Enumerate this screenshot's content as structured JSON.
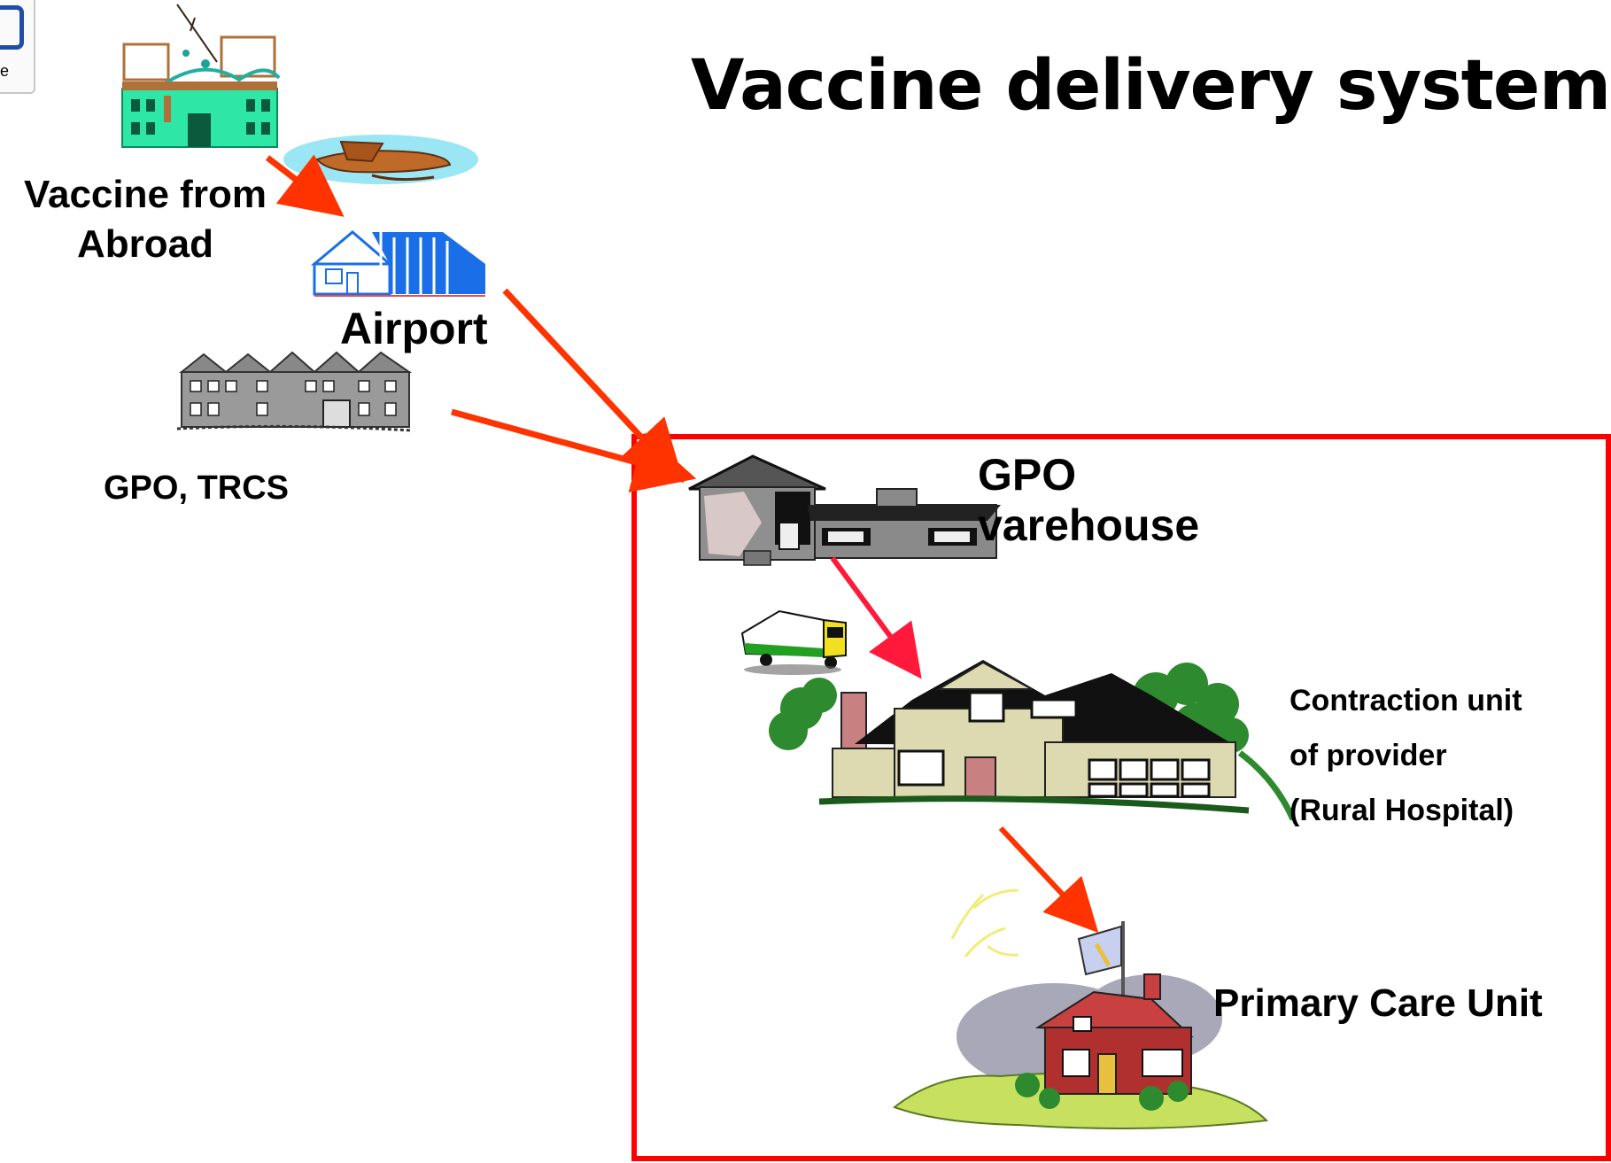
{
  "title": "Vaccine delivery system",
  "corner_widget": {
    "text": "e"
  },
  "nodes": {
    "vaccine_source": {
      "label_line1": "Vaccine from",
      "label_line2": "Abroad"
    },
    "airport": {
      "label": "Airport"
    },
    "gpo_trcs": {
      "label": "GPO, TRCS"
    },
    "gpo_warehouse": {
      "label_line1": "GPO",
      "label_line2": "varehouse"
    },
    "contraction_unit": {
      "label_line1": "Contraction unit",
      "label_line2": "of provider",
      "label_line3": "(Rural Hospital)"
    },
    "primary_care": {
      "label": "Primary Care Unit"
    }
  },
  "colors": {
    "arrow": "#ff3300",
    "arrow_alt": "#ff1a3c",
    "frame": "#ff0000",
    "title": "#000000"
  },
  "icons": [
    "city-buildings-icon",
    "seaplane-icon",
    "airport-hangar-icon",
    "mansion-building-icon",
    "warehouse-building-icon",
    "delivery-truck-icon",
    "hospital-house-icon",
    "clinic-house-icon"
  ]
}
